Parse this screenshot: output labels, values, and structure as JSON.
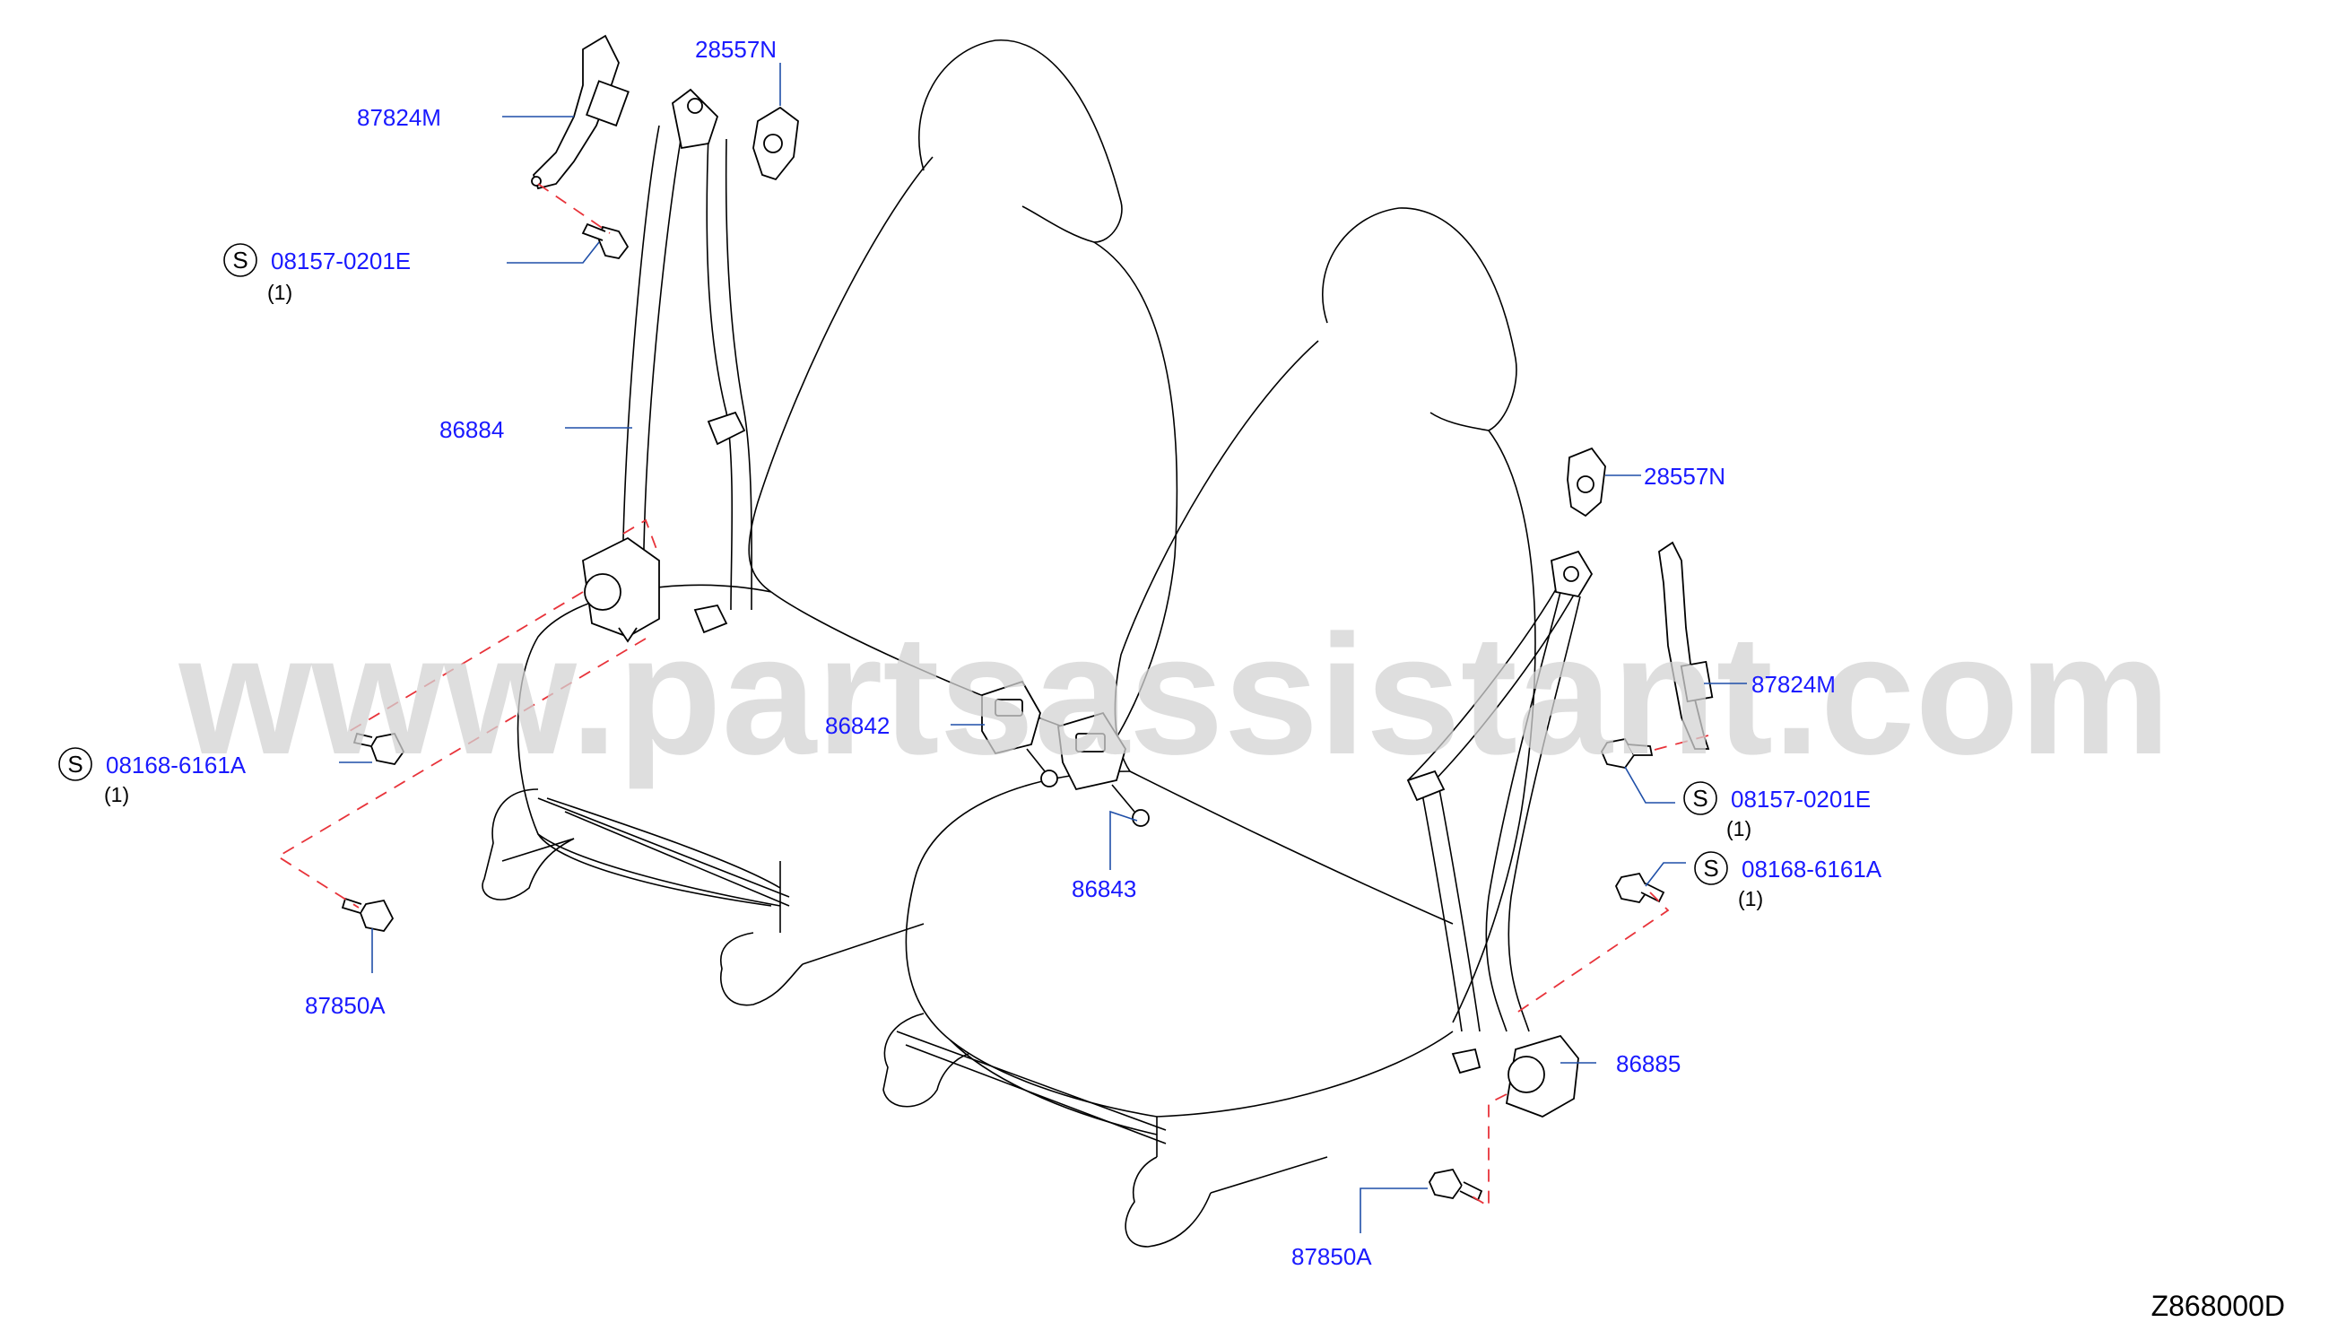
{
  "colors": {
    "label": "#1a1aff",
    "leader": "#1f4fa8",
    "dashed": "#e8333a",
    "line_art": "#000000",
    "watermark": "#d3d3d3"
  },
  "watermark": "www.partsassistant.com",
  "diagram_code": "Z868000D",
  "symbols": {
    "standard_part": "S"
  },
  "parts": [
    {
      "id": "p1",
      "number": "87824M"
    },
    {
      "id": "p2",
      "number": "28557N"
    },
    {
      "id": "p3",
      "number": "08157-0201E",
      "standard": true,
      "qty": "(1)"
    },
    {
      "id": "p4",
      "number": "86884"
    },
    {
      "id": "p5",
      "number": "08168-6161A",
      "standard": true,
      "qty": "(1)"
    },
    {
      "id": "p6",
      "number": "87850A"
    },
    {
      "id": "p7",
      "number": "86842"
    },
    {
      "id": "p8",
      "number": "86843"
    },
    {
      "id": "p9",
      "number": "28557N"
    },
    {
      "id": "p10",
      "number": "87824M"
    },
    {
      "id": "p11",
      "number": "08157-0201E",
      "standard": true,
      "qty": "(1)"
    },
    {
      "id": "p12",
      "number": "08168-6161A",
      "standard": true,
      "qty": "(1)"
    },
    {
      "id": "p13",
      "number": "86885"
    },
    {
      "id": "p14",
      "number": "87850A"
    }
  ]
}
